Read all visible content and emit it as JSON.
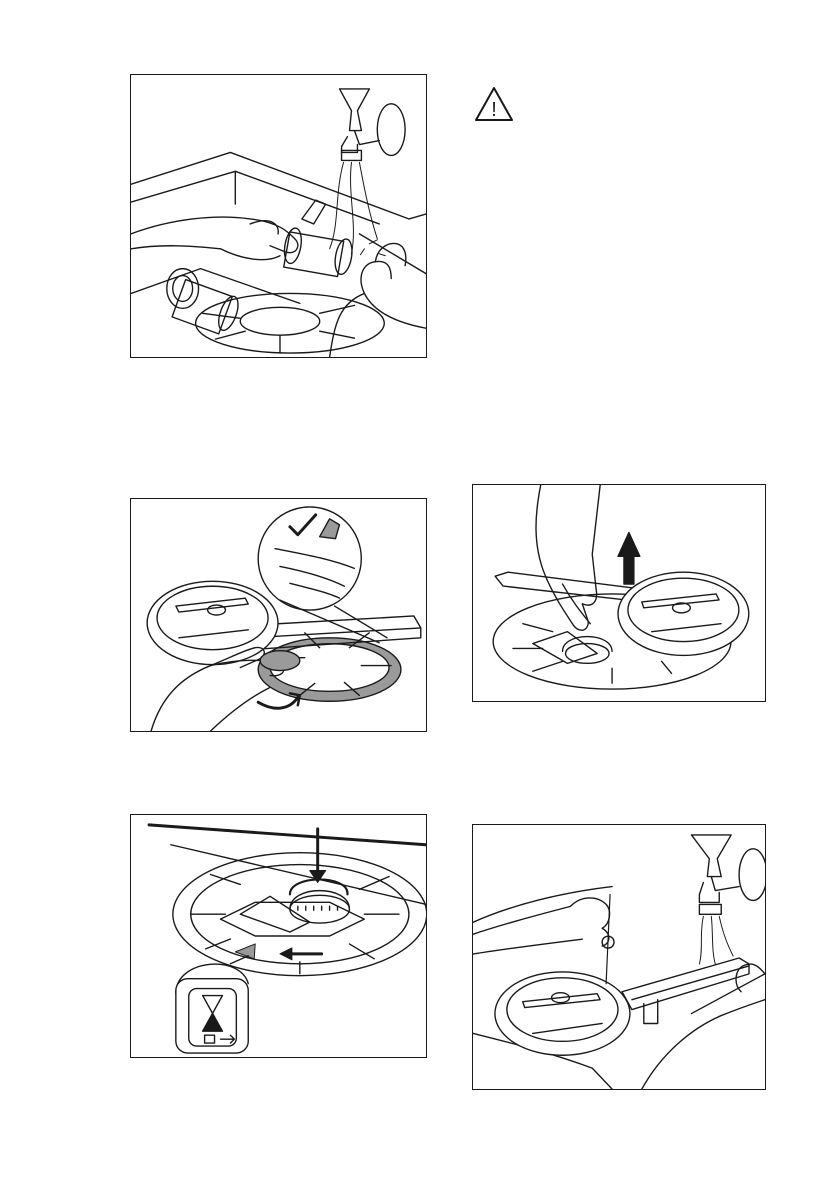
{
  "page": {
    "background": "#ffffff",
    "line_color": "#1a1a1a",
    "gray_fill": "#9a9a9a"
  },
  "figures": [
    {
      "id": "rinse-filters",
      "icons": [
        "tap-icon",
        "water-stream-icon",
        "hand-icon",
        "filter-icon"
      ]
    },
    {
      "id": "install-flat-filter",
      "icons": [
        "checkmark-icon",
        "hand-icon",
        "rotate-arrow-icon"
      ]
    },
    {
      "id": "insert-filter-assembly",
      "icons": [
        "down-arrow-icon",
        "left-arrow-icon",
        "lock-icon"
      ]
    },
    {
      "id": "remove-spray-arm",
      "icons": [
        "up-arrow-icon",
        "hand-icon"
      ]
    },
    {
      "id": "clean-spray-arm",
      "icons": [
        "tap-icon",
        "needle-icon",
        "hand-icon"
      ]
    }
  ],
  "warning": {
    "icon": "warning-triangle-icon",
    "symbol": "!"
  }
}
